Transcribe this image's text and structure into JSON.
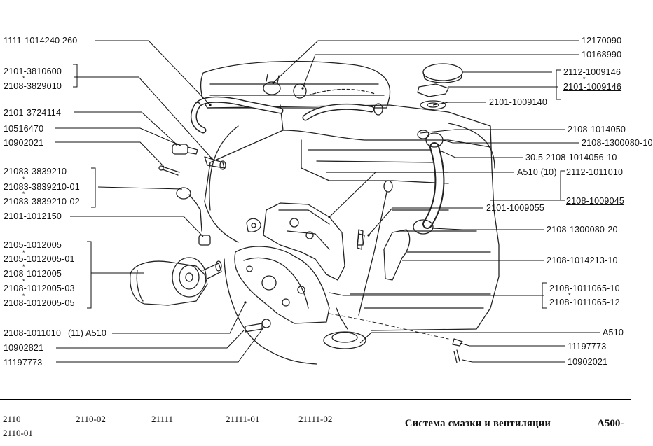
{
  "diagram": {
    "left_labels": {
      "l1": "1111-1014240 260",
      "l2": "2101-3810600",
      "l3": "2108-3829010",
      "l4": "2101-3724114",
      "l5": "10516470",
      "l6": "10902021",
      "l7": "21083-3839210",
      "l8": "21083-3839210-01",
      "l9": "21083-3839210-02",
      "l10": "2101-1012150",
      "l11": "2105-1012005",
      "l12": "2105-1012005-01",
      "l13": "2108-1012005",
      "l14": "2108-1012005-03",
      "l15": "2108-1012005-05",
      "l16": "2108-1011010",
      "l16b": "(11)  A510",
      "l17": "10902821",
      "l18": "11197773"
    },
    "right_labels": {
      "r1": "12170090",
      "r2": "10168990",
      "r3": "2112-1009146",
      "r4": "2101-1009140",
      "r5": "2101-1009146",
      "r6": "2108-1014050",
      "r7": "2108-1300080-10",
      "r8": "30.5  2108-1014056-10",
      "r9a": "A510  (10)",
      "r9b": "2112-1011010",
      "r10": "2108-1009045",
      "r11": "2101-1009055",
      "r12": "2108-1300080-20",
      "r13": "2108-1014213-10",
      "r14": "2108-1011065-10",
      "r15": "2108-1011065-12",
      "r16": "A510",
      "r17": "11197773",
      "r18": "10902021"
    },
    "interchange_mark": "*"
  },
  "footer": {
    "models": [
      "2110",
      "2110-01",
      "2110-02",
      "21111",
      "21111-01",
      "21111-02"
    ],
    "title": "Система смазки и вентиляции",
    "code": "A500-"
  }
}
